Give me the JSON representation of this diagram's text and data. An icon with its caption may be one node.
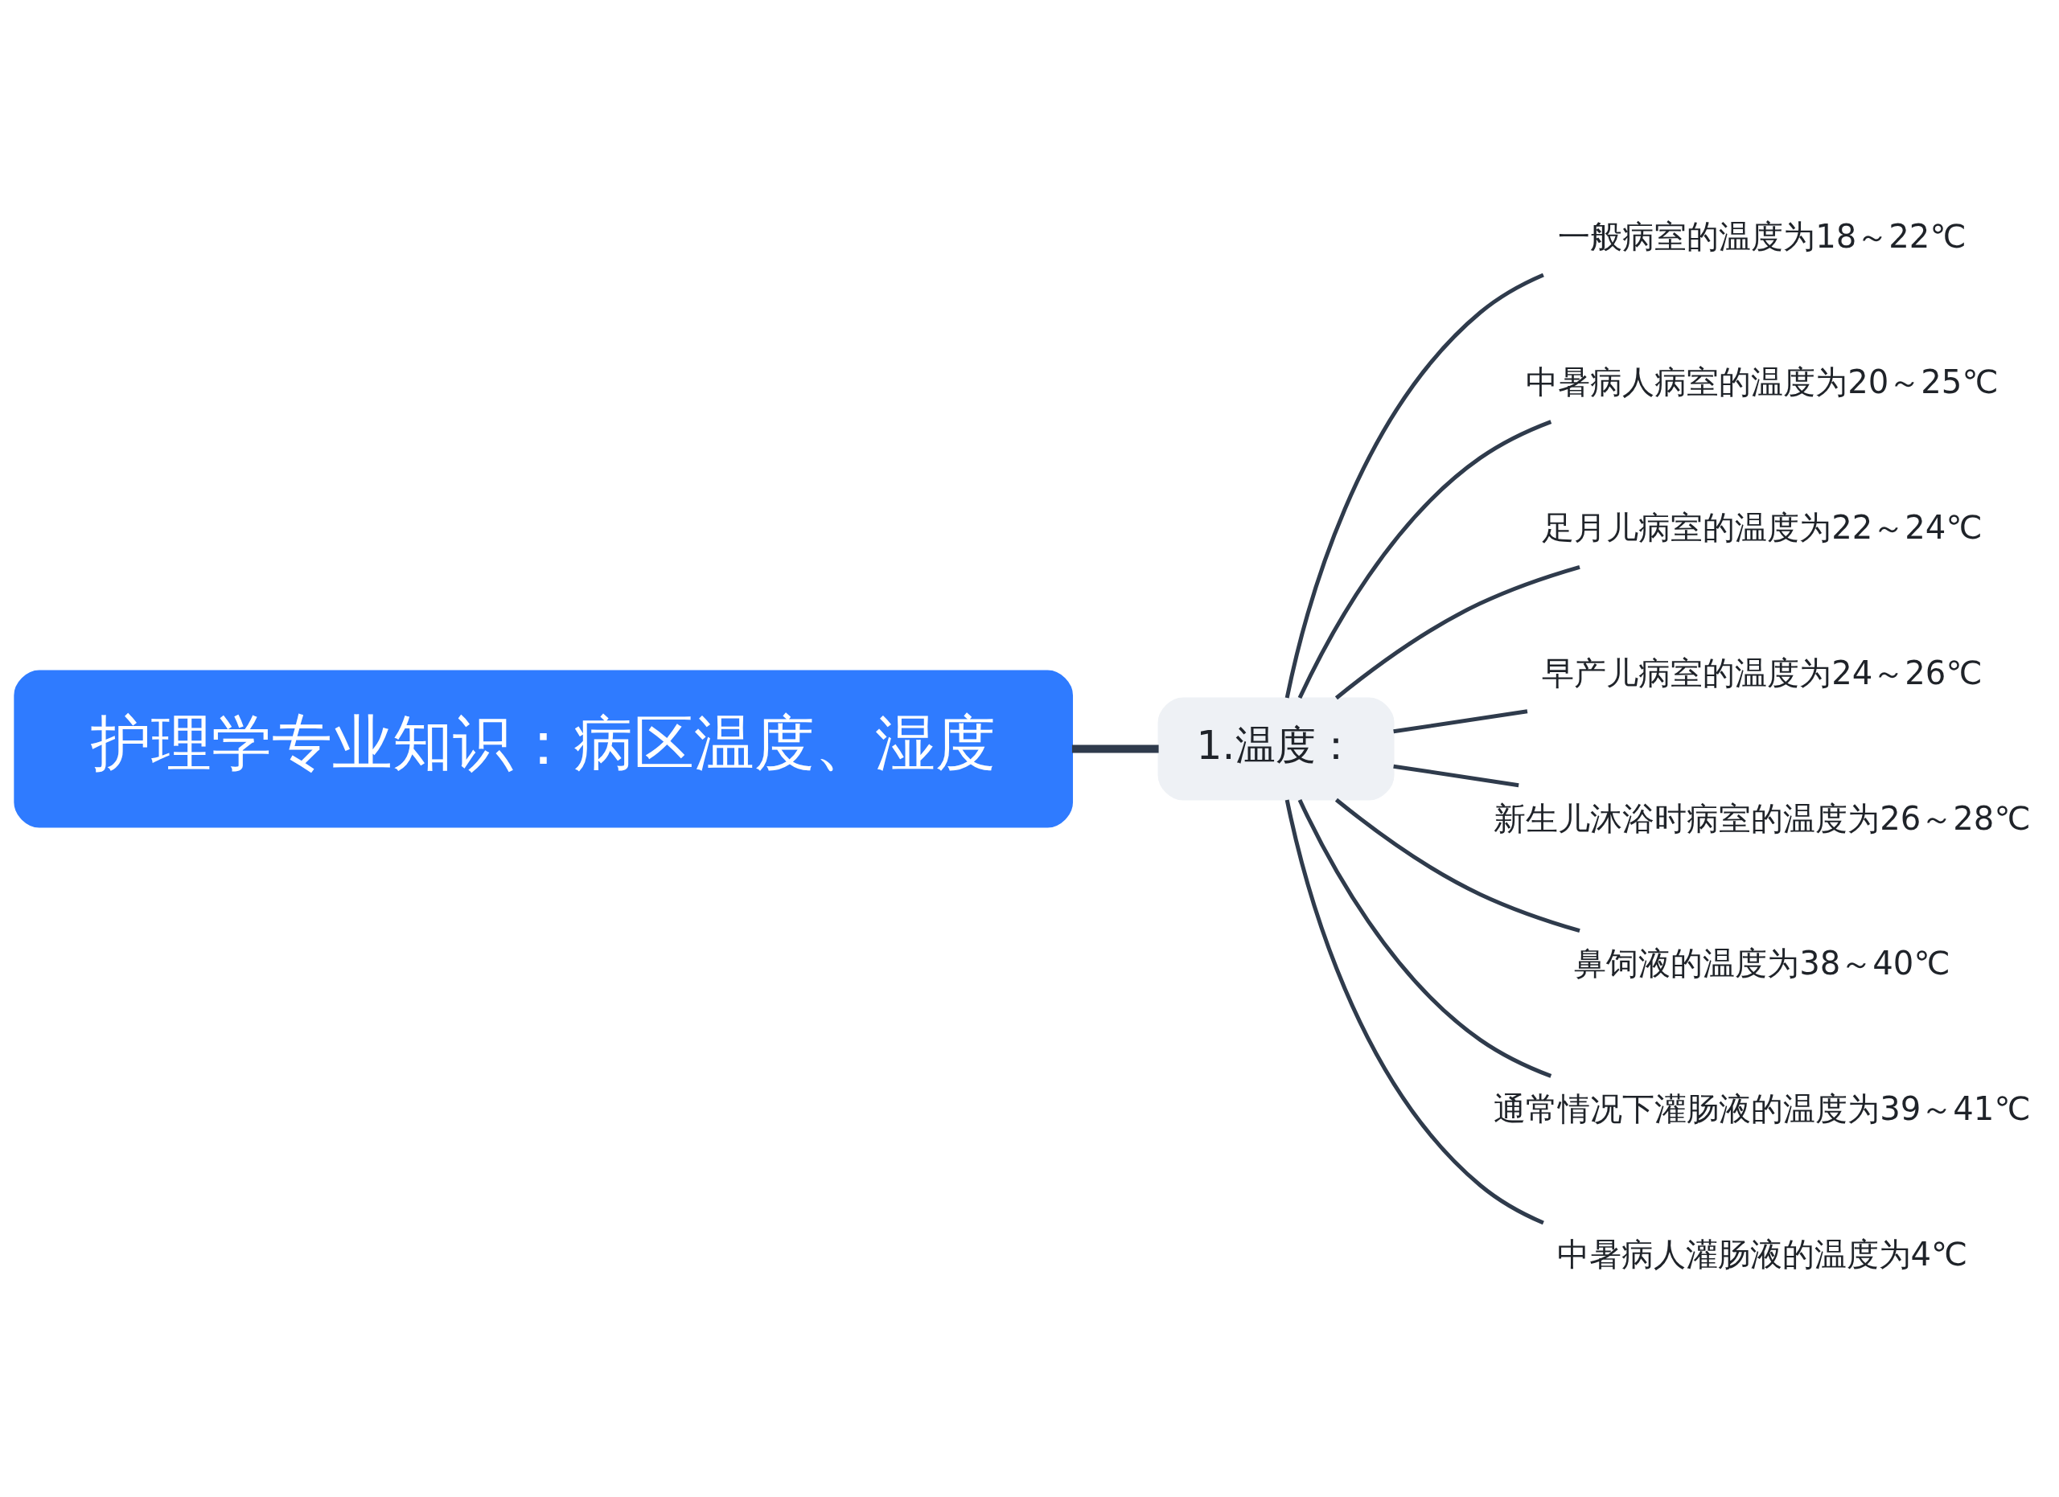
{
  "diagram": {
    "nodes": [
      {
        "text": [
          "护理学专业知识：病区温度、湿度"
        ]
      },
      {
        "text": [
          "1.温度："
        ]
      },
      {
        "text": [
          "一般病室的温度为18～22℃"
        ]
      },
      {
        "text": [
          "中暑病人病室的温度为20～25℃"
        ]
      },
      {
        "text": [
          "足月儿病室的温度为22～24℃"
        ]
      },
      {
        "text": [
          "早产儿病室的温度为24～26℃"
        ]
      },
      {
        "text": [
          "新生儿沐浴时病室的温度为26～28℃"
        ]
      },
      {
        "text": [
          "鼻饲液的温度为38～40℃"
        ]
      },
      {
        "text": [
          "通常情况下灌肠液的温度为39～41℃"
        ]
      },
      {
        "text": [
          "中暑病人灌肠液的温度为4℃"
        ]
      }
    ],
    "edges": [
      {
        "from": 0,
        "to": 1,
        "arrow": "none",
        "style": "thick"
      },
      {
        "from": 1,
        "to": 2,
        "arrow": "none"
      },
      {
        "from": 1,
        "to": 3,
        "arrow": "none"
      },
      {
        "from": 1,
        "to": 4,
        "arrow": "none"
      },
      {
        "from": 1,
        "to": 5,
        "arrow": "none"
      },
      {
        "from": 1,
        "to": 6,
        "arrow": "none"
      },
      {
        "from": 1,
        "to": 7,
        "arrow": "none"
      },
      {
        "from": 1,
        "to": 8,
        "arrow": "none"
      },
      {
        "from": 1,
        "to": 9,
        "arrow": "none"
      }
    ]
  }
}
